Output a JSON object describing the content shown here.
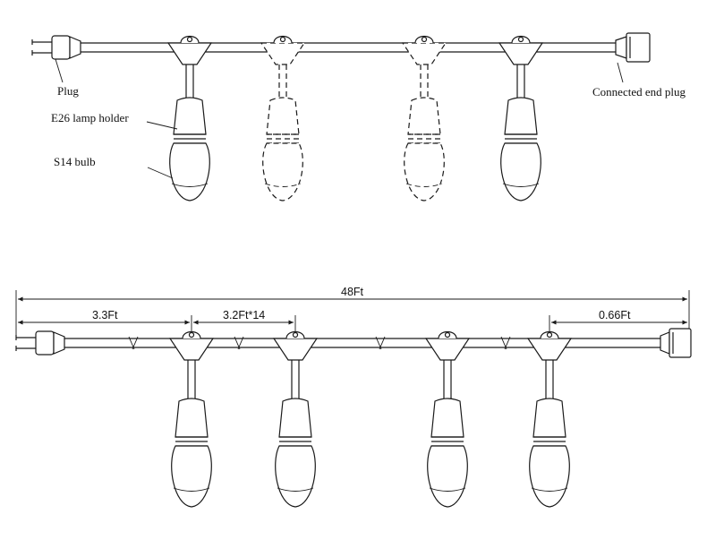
{
  "top_labels": {
    "plug": "Plug",
    "lamp_holder": "E26  lamp holder",
    "bulb": "S14  bulb",
    "end_plug": "Connected end plug"
  },
  "dimensions": {
    "total": "48Ft",
    "lead": "3.3Ft",
    "spacing": "3.2Ft*14",
    "tail": "0.66Ft"
  }
}
